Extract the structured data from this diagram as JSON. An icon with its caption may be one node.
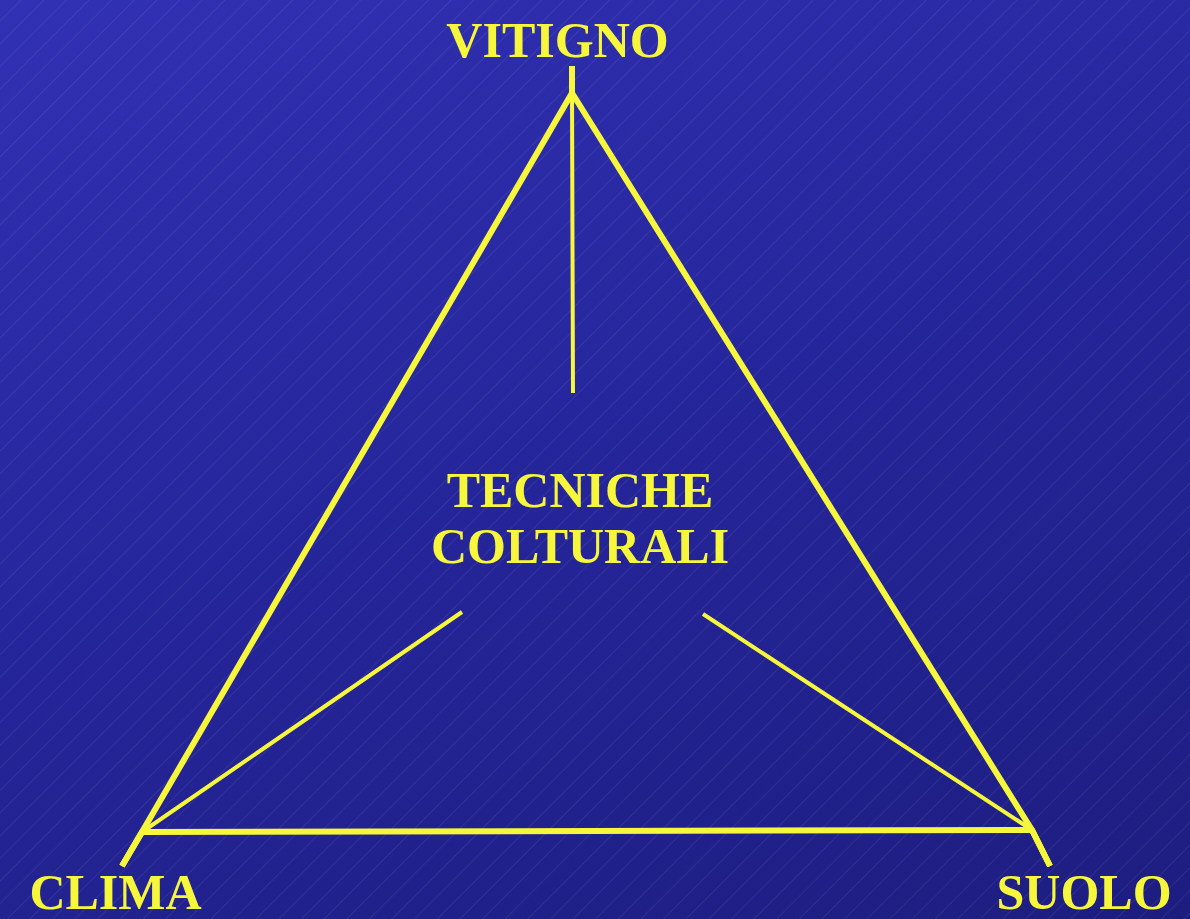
{
  "diagram": {
    "nodes": [
      {
        "text": [
          "VITIGNO"
        ]
      },
      {
        "text": [
          "TECNICHE COLTURALI"
        ]
      },
      {
        "text": [
          "CLIMA"
        ]
      },
      {
        "text": [
          "SUOLO"
        ]
      }
    ],
    "edges": [
      {
        "from": 0,
        "to": 2,
        "arrow": "none"
      },
      {
        "from": 0,
        "to": 3,
        "arrow": "none"
      },
      {
        "from": 2,
        "to": 3,
        "arrow": "none"
      },
      {
        "from": 1,
        "to": 0,
        "arrow": "none"
      },
      {
        "from": 1,
        "to": 2,
        "arrow": "none"
      },
      {
        "from": 1,
        "to": 3,
        "arrow": "none"
      }
    ]
  }
}
